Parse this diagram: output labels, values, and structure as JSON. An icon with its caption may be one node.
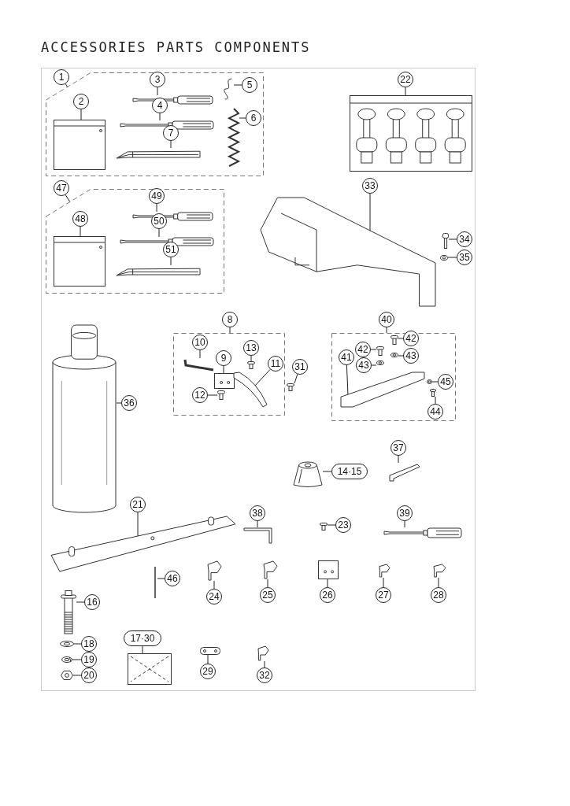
{
  "diagram": {
    "title": "ACCESSORIES PARTS COMPONENTS",
    "nodes": [
      {
        "text": [],
        "shape": "box"
      },
      {
        "text": [
          "1"
        ]
      },
      {
        "text": [
          "2"
        ],
        "in": 0
      },
      {
        "text": [],
        "shape": "picture",
        "in": 0
      },
      {
        "text": [
          "3"
        ],
        "in": 0
      },
      {
        "text": [],
        "shape": "picture",
        "in": 0
      },
      {
        "text": [
          "4"
        ],
        "in": 0
      },
      {
        "text": [],
        "shape": "picture",
        "in": 0
      },
      {
        "text": [
          "7"
        ],
        "in": 0
      },
      {
        "text": [],
        "shape": "picture",
        "in": 0
      },
      {
        "text": [
          "5"
        ],
        "in": 0
      },
      {
        "text": [],
        "shape": "picture",
        "in": 0
      },
      {
        "text": [
          "6"
        ],
        "in": 0
      },
      {
        "text": [],
        "shape": "picture",
        "in": 0
      },
      {
        "text": [
          "22"
        ]
      },
      {
        "text": [],
        "shape": "picture"
      },
      {
        "text": [],
        "shape": "box"
      },
      {
        "text": [
          "47"
        ]
      },
      {
        "text": [
          "48"
        ],
        "in": 16
      },
      {
        "text": [],
        "shape": "picture",
        "in": 16
      },
      {
        "text": [
          "49"
        ],
        "in": 16
      },
      {
        "text": [],
        "shape": "picture",
        "in": 16
      },
      {
        "text": [
          "50"
        ],
        "in": 16
      },
      {
        "text": [],
        "shape": "picture",
        "in": 16
      },
      {
        "text": [
          "51"
        ],
        "in": 16
      },
      {
        "text": [],
        "shape": "picture",
        "in": 16
      },
      {
        "text": [
          "33"
        ]
      },
      {
        "text": [],
        "shape": "picture"
      },
      {
        "text": [
          "34"
        ]
      },
      {
        "text": [],
        "shape": "picture"
      },
      {
        "text": [
          "35"
        ]
      },
      {
        "text": [],
        "shape": "picture"
      },
      {
        "text": [],
        "shape": "box"
      },
      {
        "text": [
          "8"
        ]
      },
      {
        "text": [
          "10"
        ],
        "in": 32
      },
      {
        "text": [],
        "shape": "picture",
        "in": 32
      },
      {
        "text": [
          "9"
        ],
        "in": 32
      },
      {
        "text": [],
        "shape": "picture",
        "in": 32
      },
      {
        "text": [
          "13"
        ],
        "in": 32
      },
      {
        "text": [],
        "shape": "picture",
        "in": 32
      },
      {
        "text": [
          "11"
        ],
        "in": 32
      },
      {
        "text": [],
        "shape": "picture",
        "in": 32
      },
      {
        "text": [
          "12"
        ],
        "in": 32
      },
      {
        "text": [],
        "shape": "picture",
        "in": 32
      },
      {
        "text": [
          "31"
        ]
      },
      {
        "text": [],
        "shape": "picture"
      },
      {
        "text": [],
        "shape": "box"
      },
      {
        "text": [
          "40"
        ]
      },
      {
        "text": [
          "42"
        ],
        "in": 46
      },
      {
        "text": [],
        "shape": "picture",
        "in": 46
      },
      {
        "text": [
          "42"
        ],
        "in": 46
      },
      {
        "text": [],
        "shape": "picture",
        "in": 46
      },
      {
        "text": [
          "43"
        ],
        "in": 46
      },
      {
        "text": [],
        "shape": "picture",
        "in": 46
      },
      {
        "text": [
          "43"
        ],
        "in": 46
      },
      {
        "text": [],
        "shape": "picture",
        "in": 46
      },
      {
        "text": [
          "41"
        ],
        "in": 46
      },
      {
        "text": [],
        "shape": "picture",
        "in": 46
      },
      {
        "text": [
          "45"
        ],
        "in": 46
      },
      {
        "text": [],
        "shape": "picture",
        "in": 46
      },
      {
        "text": [
          "44"
        ],
        "in": 46
      },
      {
        "text": [],
        "shape": "picture",
        "in": 46
      },
      {
        "text": [
          "36"
        ]
      },
      {
        "text": [],
        "shape": "picture"
      },
      {
        "text": [
          "21"
        ]
      },
      {
        "text": [],
        "shape": "picture"
      },
      {
        "text": [
          "14·15"
        ]
      },
      {
        "text": [],
        "shape": "picture"
      },
      {
        "text": [
          "37"
        ]
      },
      {
        "text": [],
        "shape": "picture"
      },
      {
        "text": [
          "38"
        ]
      },
      {
        "text": [],
        "shape": "picture"
      },
      {
        "text": [
          "23"
        ]
      },
      {
        "text": [],
        "shape": "picture"
      },
      {
        "text": [
          "39"
        ]
      },
      {
        "text": [],
        "shape": "picture"
      },
      {
        "text": [
          "46"
        ]
      },
      {
        "text": [],
        "shape": "picture"
      },
      {
        "text": [
          "24"
        ]
      },
      {
        "text": [],
        "shape": "picture"
      },
      {
        "text": [
          "25"
        ]
      },
      {
        "text": [],
        "shape": "picture"
      },
      {
        "text": [
          "26"
        ]
      },
      {
        "text": [],
        "shape": "picture"
      },
      {
        "text": [
          "27"
        ]
      },
      {
        "text": [],
        "shape": "picture"
      },
      {
        "text": [
          "28"
        ]
      },
      {
        "text": [],
        "shape": "picture"
      },
      {
        "text": [
          "16"
        ]
      },
      {
        "text": [],
        "shape": "picture"
      },
      {
        "text": [
          "17·30"
        ]
      },
      {
        "text": [],
        "shape": "picture"
      },
      {
        "text": [
          "18"
        ]
      },
      {
        "text": [],
        "shape": "picture"
      },
      {
        "text": [
          "19"
        ]
      },
      {
        "text": [],
        "shape": "picture"
      },
      {
        "text": [
          "20"
        ]
      },
      {
        "text": [],
        "shape": "picture"
      },
      {
        "text": [
          "29"
        ]
      },
      {
        "text": [],
        "shape": "picture"
      },
      {
        "text": [
          "32"
        ]
      },
      {
        "text": [],
        "shape": "picture"
      }
    ],
    "edges": [
      {
        "from": 1,
        "to": 0,
        "arrow": "none"
      },
      {
        "from": 2,
        "to": 3,
        "arrow": "none"
      },
      {
        "from": 4,
        "to": 5,
        "arrow": "none"
      },
      {
        "from": 6,
        "to": 7,
        "arrow": "none"
      },
      {
        "from": 8,
        "to": 9,
        "arrow": "none"
      },
      {
        "from": 10,
        "to": 11,
        "arrow": "none"
      },
      {
        "from": 12,
        "to": 13,
        "arrow": "none"
      },
      {
        "from": 14,
        "to": 15,
        "arrow": "none"
      },
      {
        "from": 17,
        "to": 16,
        "arrow": "none"
      },
      {
        "from": 18,
        "to": 19,
        "arrow": "none"
      },
      {
        "from": 20,
        "to": 21,
        "arrow": "none"
      },
      {
        "from": 22,
        "to": 23,
        "arrow": "none"
      },
      {
        "from": 24,
        "to": 25,
        "arrow": "none"
      },
      {
        "from": 26,
        "to": 27,
        "arrow": "none"
      },
      {
        "from": 28,
        "to": 29,
        "arrow": "none"
      },
      {
        "from": 30,
        "to": 31,
        "arrow": "none"
      },
      {
        "from": 33,
        "to": 32,
        "arrow": "none"
      },
      {
        "from": 34,
        "to": 35,
        "arrow": "none"
      },
      {
        "from": 36,
        "to": 37,
        "arrow": "none"
      },
      {
        "from": 38,
        "to": 39,
        "arrow": "none"
      },
      {
        "from": 40,
        "to": 41,
        "arrow": "none"
      },
      {
        "from": 42,
        "to": 43,
        "arrow": "none"
      },
      {
        "from": 44,
        "to": 45,
        "arrow": "none"
      },
      {
        "from": 47,
        "to": 46,
        "arrow": "none"
      },
      {
        "from": 48,
        "to": 49,
        "arrow": "none"
      },
      {
        "from": 50,
        "to": 51,
        "arrow": "none"
      },
      {
        "from": 52,
        "to": 53,
        "arrow": "none"
      },
      {
        "from": 54,
        "to": 55,
        "arrow": "none"
      },
      {
        "from": 56,
        "to": 57,
        "arrow": "none"
      },
      {
        "from": 58,
        "to": 59,
        "arrow": "none"
      },
      {
        "from": 60,
        "to": 61,
        "arrow": "none"
      },
      {
        "from": 62,
        "to": 63,
        "arrow": "none"
      },
      {
        "from": 64,
        "to": 65,
        "arrow": "none"
      },
      {
        "from": 66,
        "to": 67,
        "arrow": "none"
      },
      {
        "from": 68,
        "to": 69,
        "arrow": "none"
      },
      {
        "from": 70,
        "to": 71,
        "arrow": "none"
      },
      {
        "from": 72,
        "to": 73,
        "arrow": "none"
      },
      {
        "from": 74,
        "to": 75,
        "arrow": "none"
      },
      {
        "from": 76,
        "to": 77,
        "arrow": "none"
      },
      {
        "from": 78,
        "to": 79,
        "arrow": "none"
      },
      {
        "from": 80,
        "to": 81,
        "arrow": "none"
      },
      {
        "from": 82,
        "to": 83,
        "arrow": "none"
      },
      {
        "from": 84,
        "to": 85,
        "arrow": "none"
      },
      {
        "from": 86,
        "to": 87,
        "arrow": "none"
      },
      {
        "from": 88,
        "to": 89,
        "arrow": "none"
      },
      {
        "from": 90,
        "to": 91,
        "arrow": "none"
      },
      {
        "from": 92,
        "to": 93,
        "arrow": "none"
      },
      {
        "from": 94,
        "to": 95,
        "arrow": "none"
      },
      {
        "from": 96,
        "to": 97,
        "arrow": "none"
      },
      {
        "from": 98,
        "to": 99,
        "arrow": "none"
      },
      {
        "from": 100,
        "to": 101,
        "arrow": "none"
      }
    ]
  }
}
